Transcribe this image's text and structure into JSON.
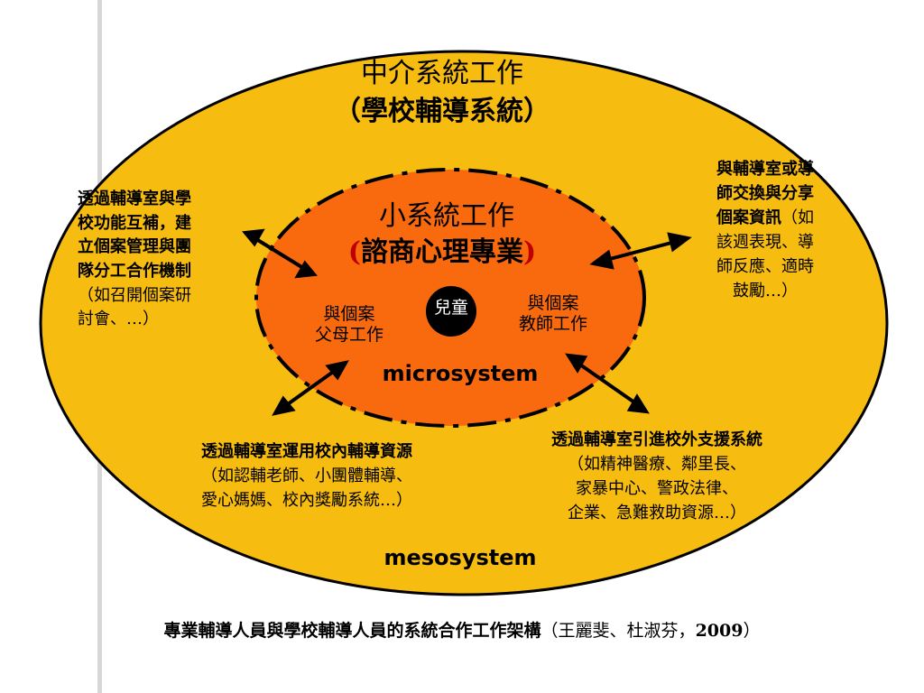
{
  "colors": {
    "outer_fill": "#f7bc10",
    "inner_fill": "#f96a0f",
    "child_fill": "#000000",
    "accent": "#c00000"
  },
  "outer": {
    "title_line1": "中介系統工作",
    "title_line2": "（學校輔導系統）",
    "label": "mesosystem"
  },
  "inner": {
    "title_line1": "小系統工作",
    "title_line2_open": "(",
    "title_line2_text": "諮商心理專業",
    "title_line2_close": ")",
    "label": "microsystem",
    "child": "兒童",
    "parents_line1": "與個案",
    "parents_line2": "父母工作",
    "teachers_line1": "與個案",
    "teachers_line2": "教師工作"
  },
  "left_block": {
    "bold_lines": [
      "透過輔導室與學",
      "校功能互補，建",
      "立個案管理與團",
      "隊分工合作機制"
    ],
    "normal_lines": [
      "（如召開個案研",
      "討會、…）"
    ]
  },
  "right_block": {
    "bold_lines": [
      "與輔導室或導",
      "師交換與分享"
    ],
    "line3_bold": "個案資訊",
    "line3_normal": "（如",
    "normal_lines": [
      "該週表現、導",
      "師反應、適時",
      "鼓勵…）"
    ]
  },
  "bottom_left_block": {
    "bold_line": "透過輔導室運用校內輔導資源",
    "normal_lines": [
      "（如認輔老師、小團體輔導、",
      "愛心媽媽、校內獎勵系統…）"
    ]
  },
  "bottom_right_block": {
    "bold_line": "透過輔導室引進校外支援系統",
    "normal_lines": [
      "（如精神醫療、鄰里長、",
      "家暴中心、警政法律、",
      "企業、急難救助資源…）"
    ]
  },
  "caption": {
    "bold": "專業輔導人員與學校輔導人員的系統合作工作架構",
    "normal": "（王麗斐、杜淑芬，",
    "year": "2009",
    "close": "）"
  }
}
